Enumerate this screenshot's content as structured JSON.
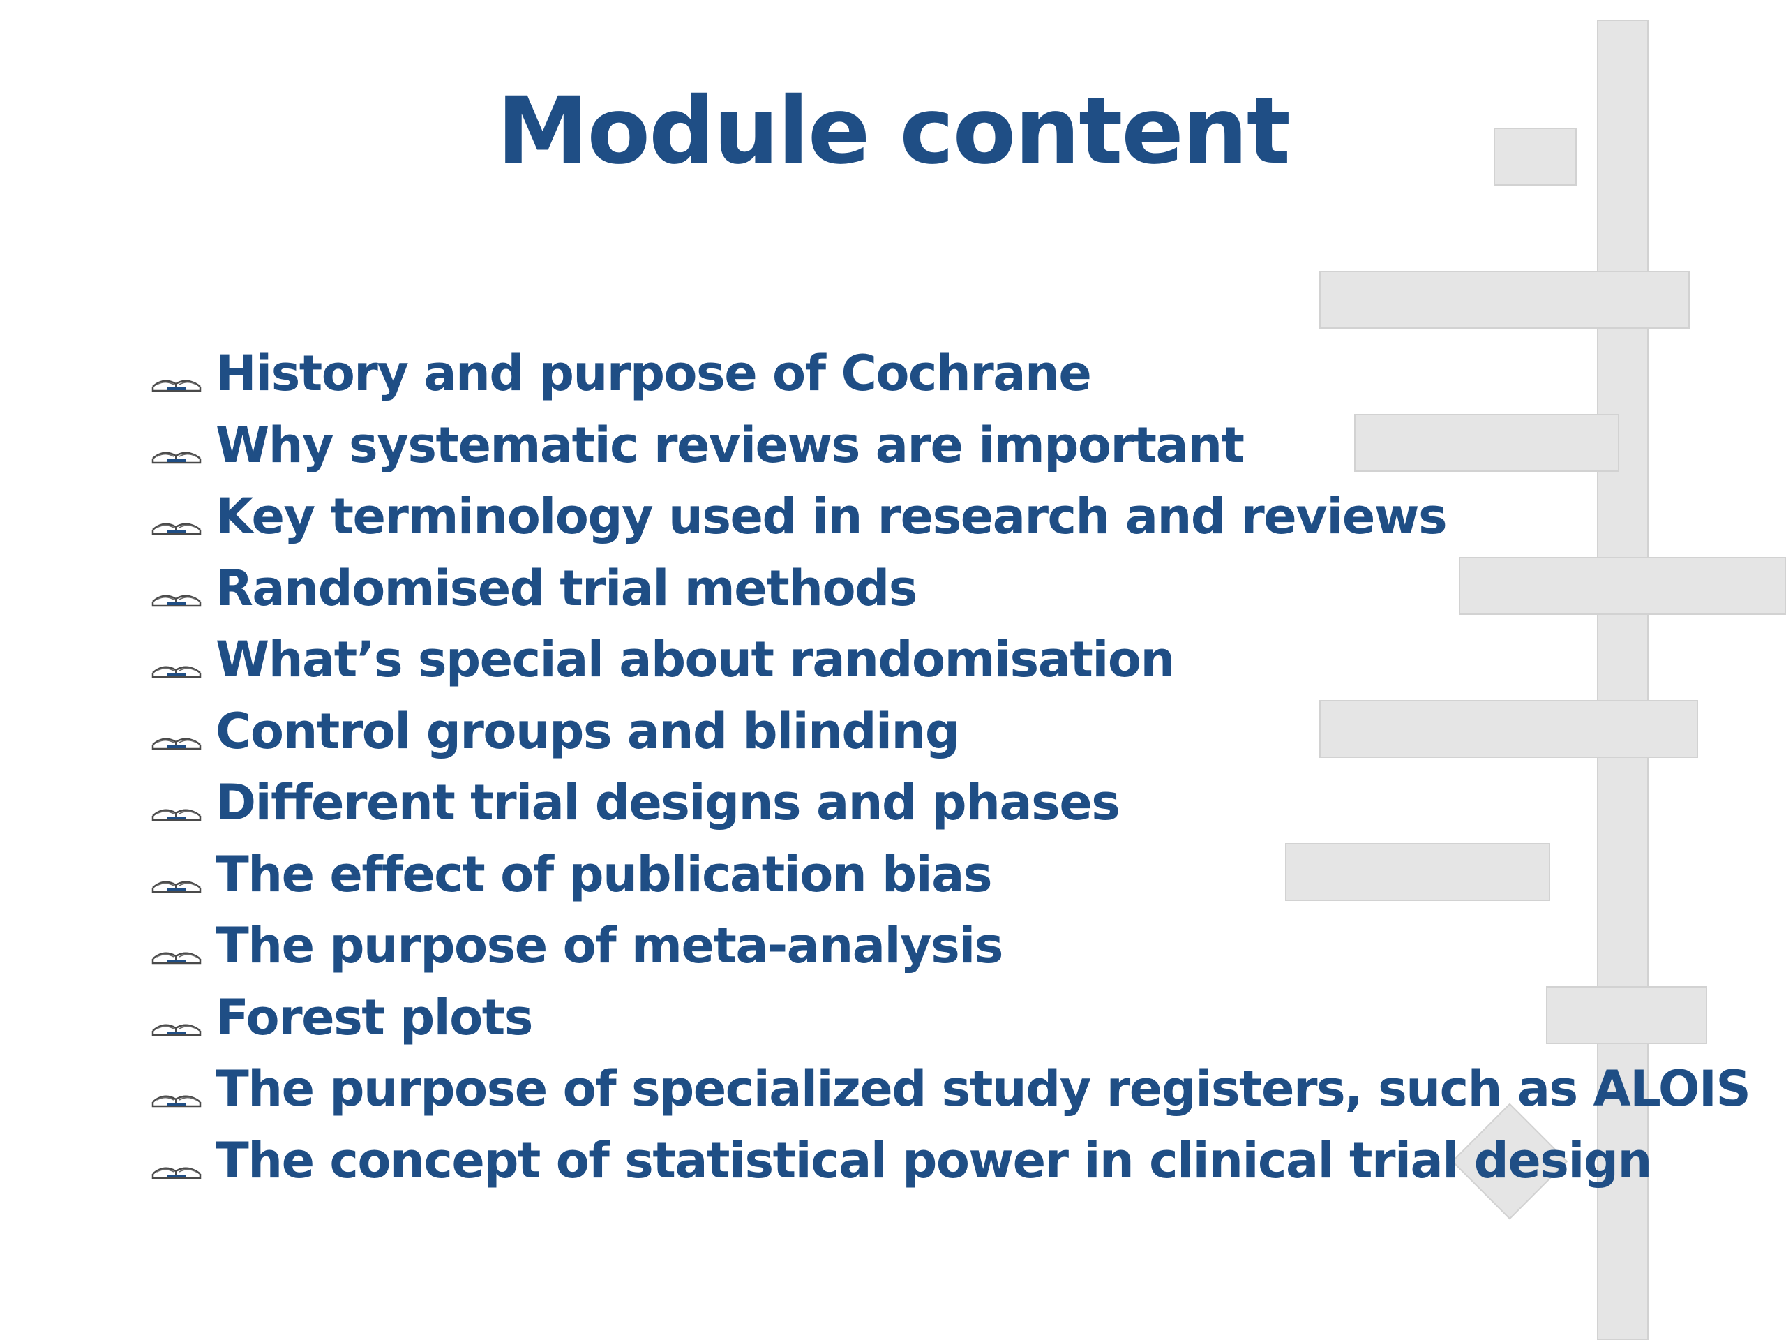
{
  "slide": {
    "title": "Module content",
    "bullet_icon": "open-book-icon",
    "text_color": "#1f4e85",
    "decoration_color": "#e5e5e5",
    "items": [
      "History and purpose of Cochrane",
      "Why systematic reviews are important",
      "Key terminology used in research and reviews",
      "Randomised trial methods",
      "What’s special about randomisation",
      "Control groups and blinding",
      "Different trial designs and phases",
      "The effect of publication bias",
      "The purpose of meta-analysis",
      "Forest plots",
      "The purpose of specialized study registers, such as ALOIS",
      "The concept of statistical power in clinical trial design"
    ]
  }
}
